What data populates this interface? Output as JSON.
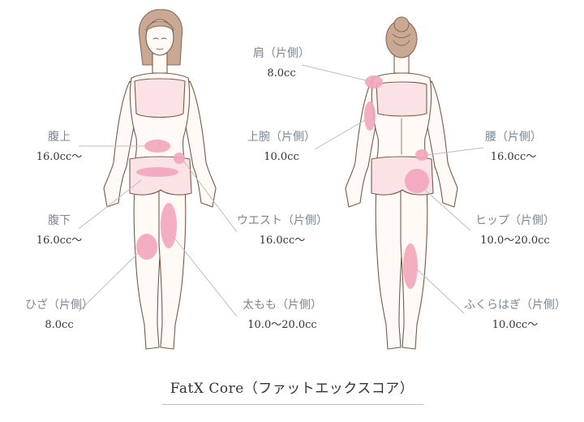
{
  "areas": [
    {
      "id": "abdomen-upper",
      "name": "腹上",
      "value": "16.0cc～"
    },
    {
      "id": "abdomen-lower",
      "name": "腹下",
      "value": "16.0cc～"
    },
    {
      "id": "knee",
      "name": "ひざ（片側）",
      "value": "8.0cc"
    },
    {
      "id": "waist",
      "name": "ウエスト（片側）",
      "value": "16.0cc～"
    },
    {
      "id": "thigh",
      "name": "太もも（片側）",
      "value": "10.0～20.0cc"
    },
    {
      "id": "shoulder",
      "name": "肩（片側）",
      "value": "8.0cc"
    },
    {
      "id": "upper-arm",
      "name": "上腕（片側）",
      "value": "10.0cc"
    },
    {
      "id": "back-waist",
      "name": "腰（片側）",
      "value": "16.0cc～"
    },
    {
      "id": "hip",
      "name": "ヒップ（片側）",
      "value": "10.0～20.0cc"
    },
    {
      "id": "calf",
      "name": "ふくらはぎ（片側）",
      "value": "10.0cc～"
    }
  ],
  "footer": {
    "title": "FatX Core（ファットエックスコア）"
  },
  "colors": {
    "marker": "#f2a5bc",
    "clothing": "#fbe2e4",
    "skin": "#fffaf6",
    "outline": "#7a5a4a",
    "hair": "#c9a894",
    "leader_line": "#bdbdbd",
    "label_name": "#7b8794",
    "label_value": "#333333"
  },
  "icons": [
    "front-body-figure",
    "back-body-figure"
  ]
}
